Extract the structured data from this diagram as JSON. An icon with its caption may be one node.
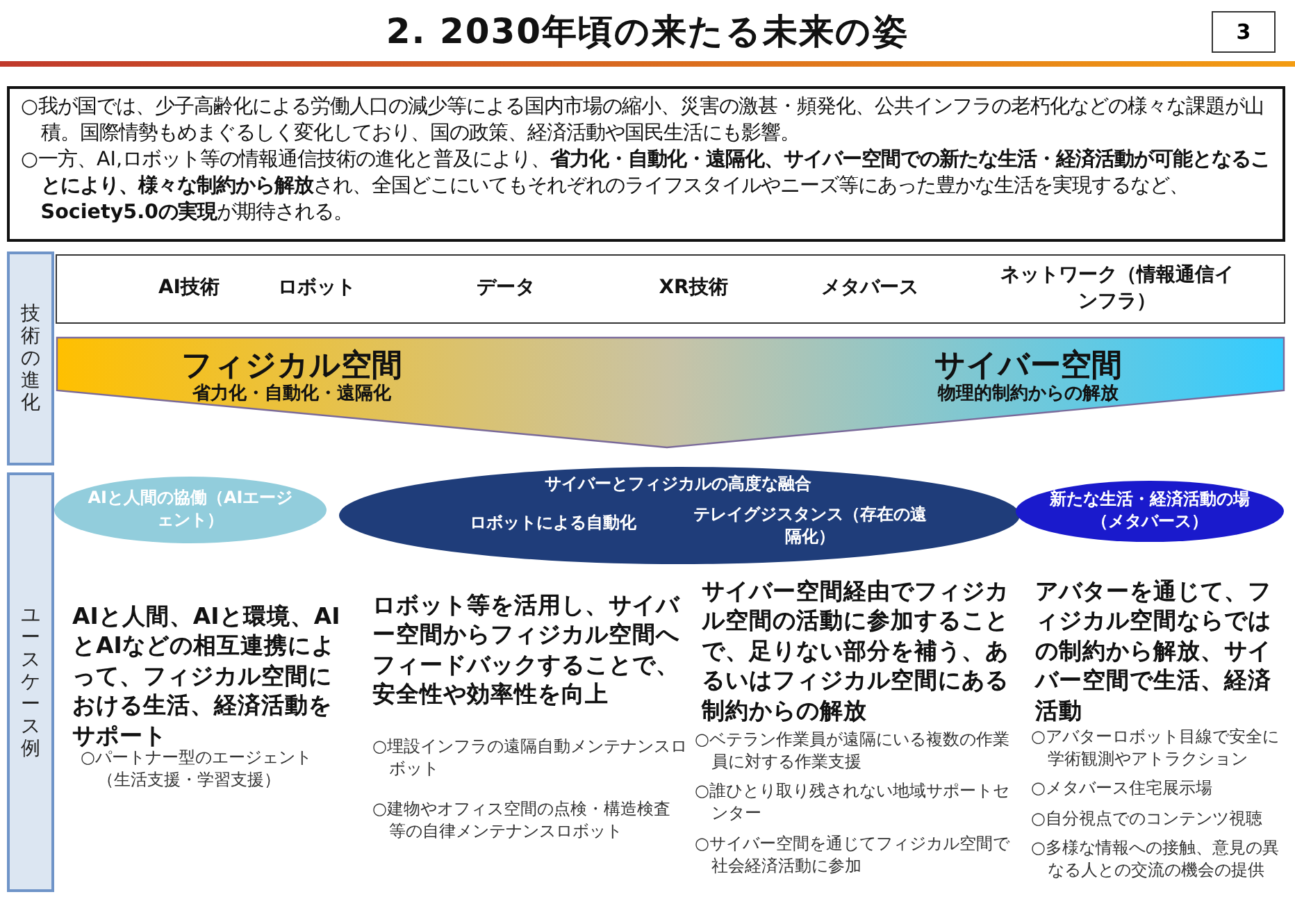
{
  "diagram": {
    "title": "2. 2030年頃の来たる未来の姿",
    "nodes": [
      {
        "text": [
          "3"
        ]
      },
      {
        "text": [
          "○我が国では、少子高齢化による労働人口の減少等による国内市場の縮小、災害の激甚・頻発化、公共インフラの老朽化などの様々な課題が山積。国際情勢もめまぐるしく変化しており、国の政策、経済活動や国民生活にも影響。",
          "○一方、AI,ロボット等の情報通信技術の進化と普及により、**省力化・自動化・遠隔化、サイバー空間での新たな生活・経済活動が可能となることにより、様々な制約から解放**され、全国どこにいてもそれぞれのライフスタイルやニーズ等にあった豊かな生活を実現するなど、**Society5.0の実現**が期待される。"
        ]
      },
      {
        "text": [
          "技術の進化"
        ]
      },
      {
        "text": [
          "AI技術",
          "ロボット",
          "データ",
          "XR技術",
          "メタバース",
          "ネットワーク（情報通信インフラ）"
        ]
      },
      {
        "text": [
          "フィジカル空間",
          "省力化・自動化・遠隔化",
          "サイバー空間",
          "物理的制約からの解放"
        ]
      },
      {
        "text": [
          "ユースケース例"
        ]
      },
      {
        "text": [
          "AIと人間の協働（AIエージェント）"
        ]
      },
      {
        "text": [
          "サイバーとフィジカルの高度な融合",
          "ロボットによる自動化",
          "テレイグジスタンス（存在の遠隔化）"
        ]
      },
      {
        "text": [
          "新たな生活・経済活動の場（メタバース）"
        ]
      }
    ],
    "labels": [
      "AIと人間、AIと環境、AIとAIなどの相互連携によって、フィジカル空間における生活、経済活動をサポート",
      "○パートナー型のエージェント（生活支援・学習支援）",
      "ロボット等を活用し、サイバー空間からフィジカル空間へフィードバックすることで、安全性や効率性を向上",
      "○埋設インフラの遠隔自動メンテナンスロボット",
      "○建物やオフィス空間の点検・構造検査等の自律メンテナンスロボット",
      "サイバー空間経由でフィジカル空間の活動に参加することで、足りない部分を補う、あるいはフィジカル空間にある制約からの解放",
      "○ベテラン作業員が遠隔にいる複数の作業員に対する作業支援",
      "○誰ひとり取り残されない地域サポートセンター",
      "○サイバー空間を通じてフィジカル空間で社会経済活動に参加",
      "アバターを通じて、フィジカル空間ならではの制約から解放、サイバー空間で生活、経済活動",
      "○アバターロボット目線で安全に学術観測やアトラクション",
      "○メタバース住宅展示場",
      "○自分視点でのコンテンツ視聴",
      "○多様な情報への接触、意見の異なる人との交流の機会の提供"
    ]
  }
}
